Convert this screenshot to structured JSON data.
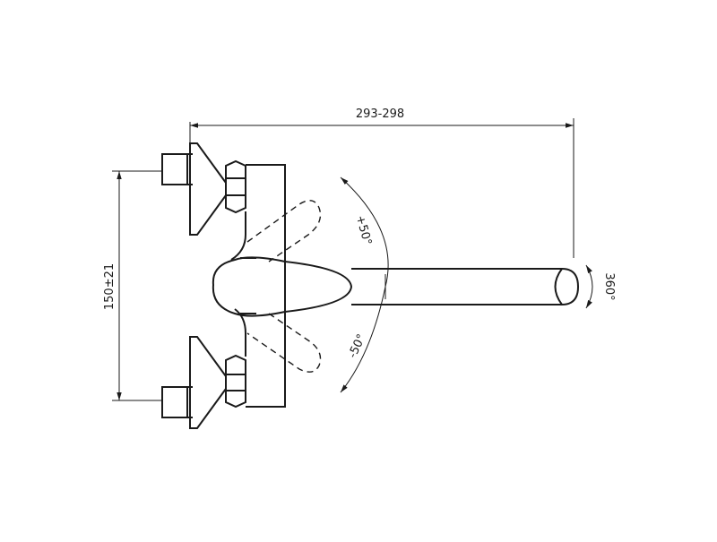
{
  "dimensions": {
    "overall_length": "293-298",
    "center_distance": "150±21",
    "lever_angle_up": "+50°",
    "lever_angle_down": "-50°",
    "spout_rotation": "360°"
  },
  "colors": {
    "line": "#1a1a1a",
    "background": "#ffffff"
  }
}
